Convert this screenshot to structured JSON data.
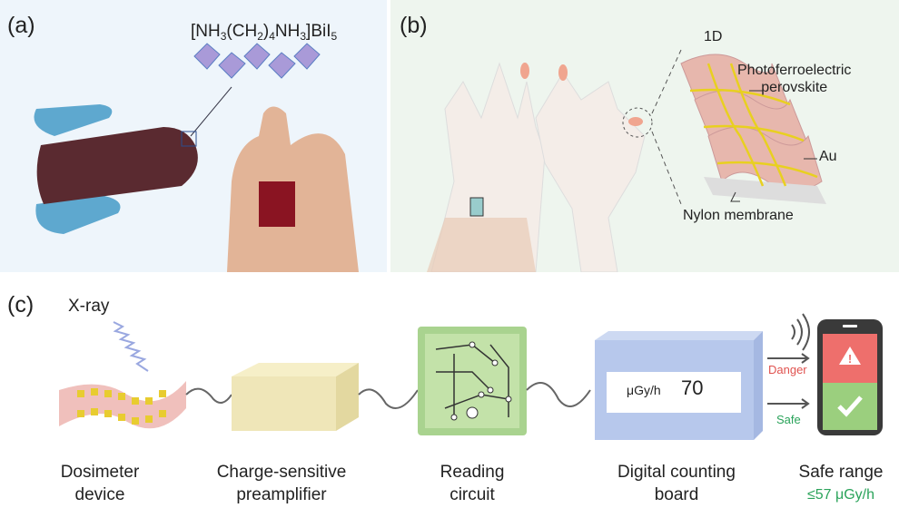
{
  "panel_a": {
    "label": "(a)",
    "formula": [
      {
        "t": "[NH"
      },
      {
        "s": "3"
      },
      {
        "t": "(CH"
      },
      {
        "s": "2"
      },
      {
        "t": ")"
      },
      {
        "s": "4"
      },
      {
        "t": "NH"
      },
      {
        "s": "3"
      },
      {
        "t": "]BiI"
      },
      {
        "s": "5"
      }
    ]
  },
  "panel_b": {
    "label": "(b)",
    "dimension": "1D",
    "callouts": {
      "perovskite_line1": "Photoferroelectric",
      "perovskite_line2": "perovskite",
      "au": "Au",
      "membrane": "Nylon membrane"
    }
  },
  "panel_c": {
    "label": "(c)",
    "xray": "X-ray",
    "reading_unit": "μGy/h",
    "reading_value": "70",
    "danger": "Danger",
    "safe": "Safe",
    "captions": {
      "dosimeter": [
        "Dosimeter",
        "device"
      ],
      "preamp": [
        "Charge-sensitive",
        "preamplifier"
      ],
      "reading": [
        "Reading",
        "circuit"
      ],
      "board": [
        "Digital counting",
        "board"
      ],
      "safe_range": [
        "Safe range",
        "≤57 μGy/h"
      ]
    },
    "colors": {
      "danger": "#e0524f",
      "safe": "#2aa35a",
      "danger_screen": "#ee6f6c",
      "safe_screen": "#9bcf7e"
    }
  }
}
